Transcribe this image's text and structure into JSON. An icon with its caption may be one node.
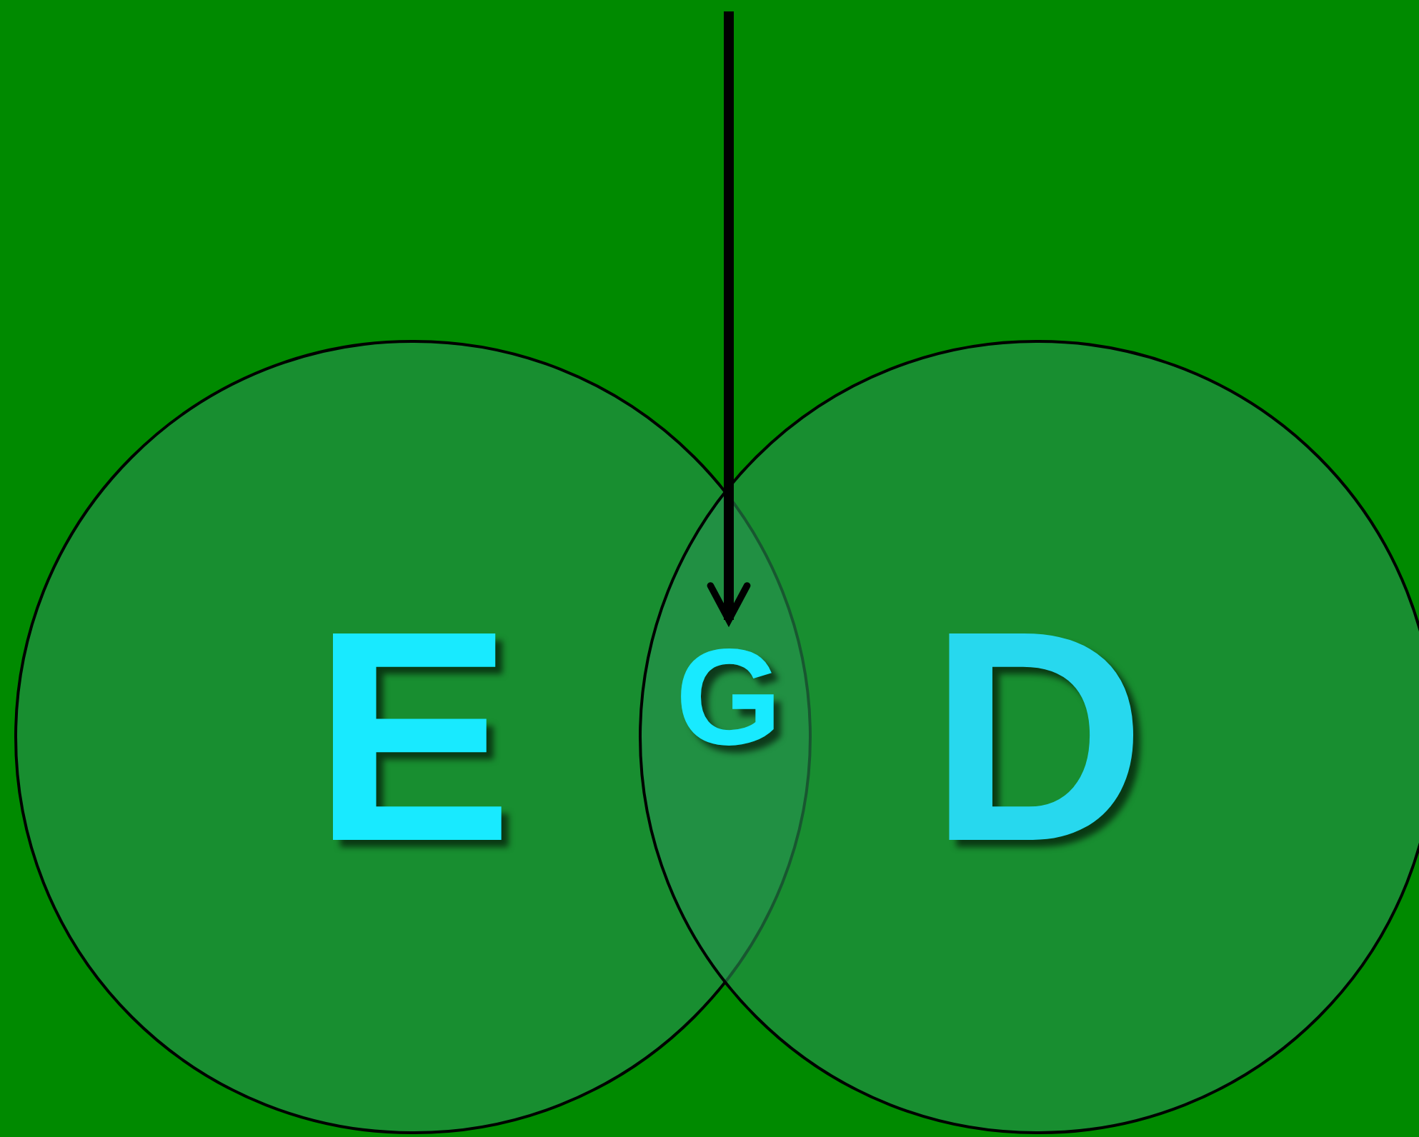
{
  "diagram": {
    "nodes": [
      {
        "text": [
          "E"
        ]
      },
      {
        "text": [
          "D"
        ]
      },
      {
        "text": [
          "G"
        ]
      }
    ],
    "edges": [
      {
        "from": null,
        "to": 2,
        "arrow": "to"
      }
    ]
  }
}
